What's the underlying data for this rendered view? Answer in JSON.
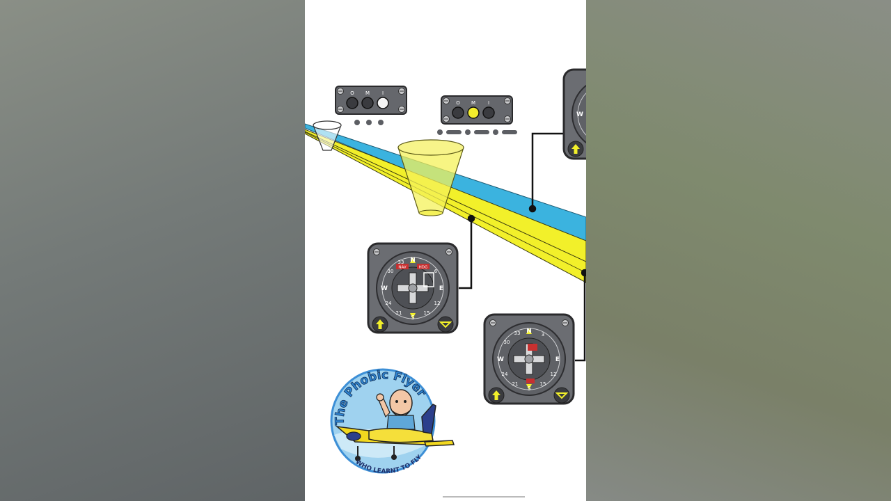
{
  "marker_panels": [
    {
      "labels": [
        "O",
        "M",
        "I"
      ],
      "lit": 2,
      "lit_color": "#f4f4f4",
      "code": "dots"
    },
    {
      "labels": [
        "O",
        "M",
        "I"
      ],
      "lit": 1,
      "lit_color": "#f3ee2c",
      "code": "dot-dash"
    }
  ],
  "instrument_labels": {
    "cardinals": [
      "N",
      "E",
      "S",
      "W"
    ],
    "numbers": [
      "33",
      "30",
      "24",
      "21",
      "15",
      "12",
      "6",
      "3"
    ],
    "nav_flag": "NAV",
    "hdg_flag": "HDG"
  },
  "logo": {
    "title": "The Phobic Flyer",
    "tagline": "WHO LEARNT TO FLY"
  },
  "colors": {
    "localizer_beam": "#3bb3df",
    "glideslope_beam": "#f2f02a",
    "bezel": "#6b6d72",
    "marker_cone": "#f4f15a",
    "logo_blue": "#3d8fd6"
  }
}
